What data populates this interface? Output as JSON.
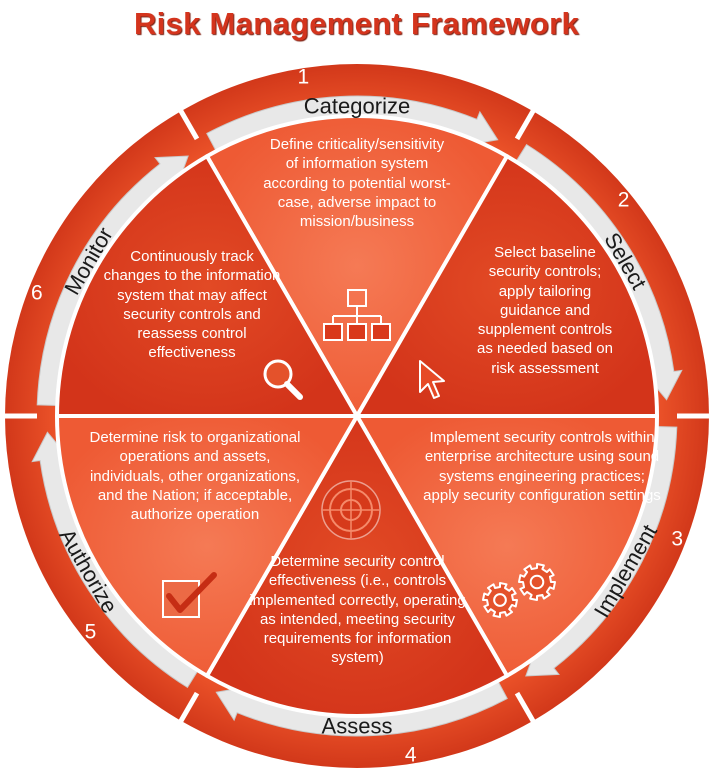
{
  "title": "Risk Management Framework",
  "steps": [
    {
      "number": "1",
      "name": "Categorize",
      "description": "Define criticality/sensitivity of information system according to potential worst-case, adverse impact to mission/business",
      "icon": "org-chart-icon"
    },
    {
      "number": "2",
      "name": "Select",
      "description": "Select baseline security controls; apply tailoring guidance and supplement controls as needed based on risk assessment",
      "icon": "cursor-arrow-icon"
    },
    {
      "number": "3",
      "name": "Implement",
      "description": "Implement security controls within enterprise architecture using sound systems engineering practices; apply security configuration settings",
      "icon": "gears-icon"
    },
    {
      "number": "4",
      "name": "Assess",
      "description": "Determine security control effectiveness (i.e., controls implemented correctly, operating as intended, meeting security requirements for information system)",
      "icon": "target-icon"
    },
    {
      "number": "5",
      "name": "Authorize",
      "description": "Determine risk to organizational operations and assets, individuals, other organizations, and the Nation; if acceptable, authorize operation",
      "icon": "checkbox-icon"
    },
    {
      "number": "6",
      "name": "Monitor",
      "description": "Continuously track changes to the information system that may affect security controls and reassess control effectiveness",
      "icon": "magnifier-icon"
    }
  ],
  "colors": {
    "ring": "#e3421f",
    "band": "#e6e6e6",
    "wedge_light": "#f26440",
    "wedge_dark": "#d9381b",
    "title": "#d4341d",
    "text": "#ffffff"
  }
}
